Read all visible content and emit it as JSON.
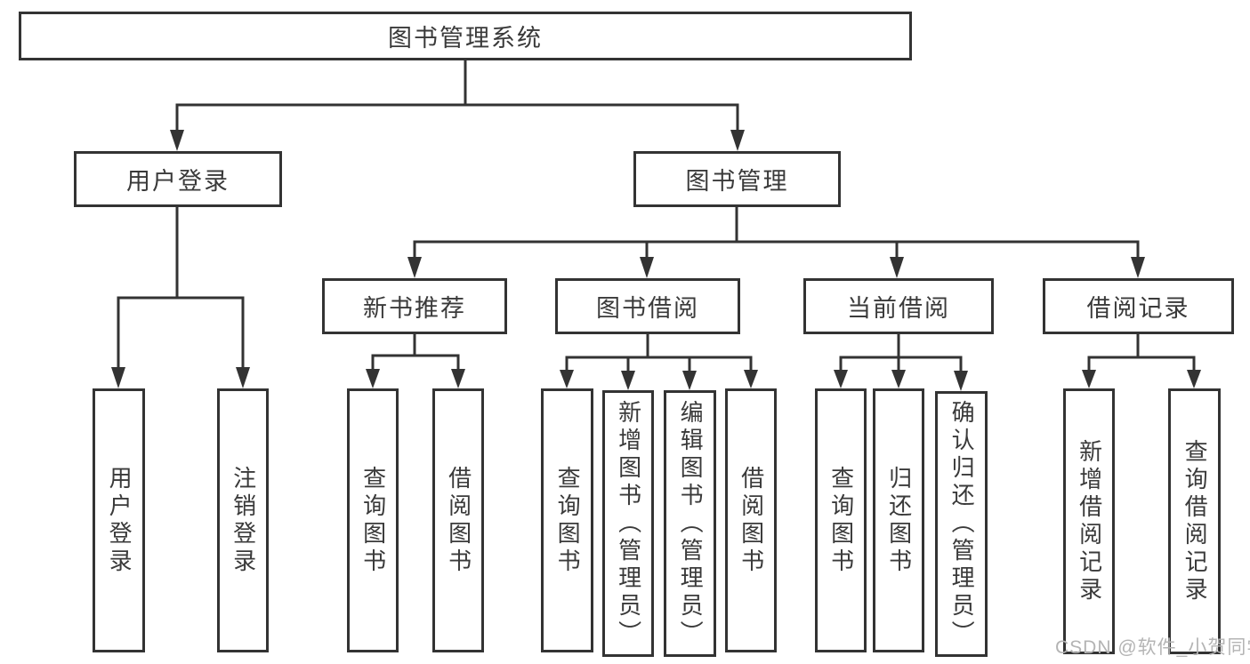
{
  "diagram": {
    "root_label": "图书管理系统",
    "branches": [
      {
        "label": "用户登录",
        "children": [
          {
            "label": "用户登录"
          },
          {
            "label": "注销登录"
          }
        ]
      },
      {
        "label": "图书管理",
        "children": [
          {
            "label": "新书推荐",
            "children": [
              {
                "label": "查询图书"
              },
              {
                "label": "借阅图书"
              }
            ]
          },
          {
            "label": "图书借阅",
            "children": [
              {
                "label": "查询图书"
              },
              {
                "label": "新增图书（管理员）"
              },
              {
                "label": "编辑图书（管理员）"
              },
              {
                "label": "借阅图书"
              }
            ]
          },
          {
            "label": "当前借阅",
            "children": [
              {
                "label": "查询图书"
              },
              {
                "label": "归还图书"
              },
              {
                "label": "确认归还（管理员）"
              }
            ]
          },
          {
            "label": "借阅记录",
            "children": [
              {
                "label": "新增借阅记录"
              },
              {
                "label": "查询借阅记录"
              }
            ]
          }
        ]
      }
    ],
    "watermark": "CSDN @软件_小贺同学",
    "colors": {
      "line": "#333333",
      "text": "#3a3a3a",
      "watermark": "#b4b4b4",
      "background": "#ffffff"
    }
  }
}
